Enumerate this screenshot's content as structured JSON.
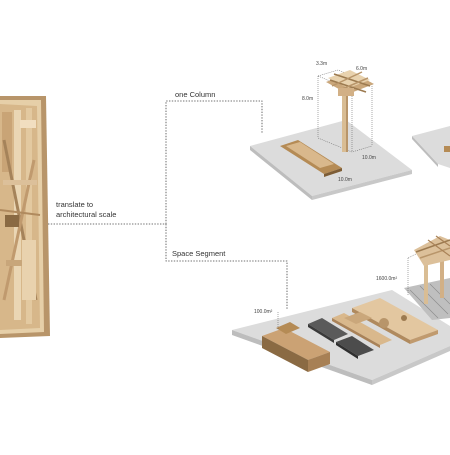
{
  "labels": {
    "one_column": "one Column",
    "translate_line1": "translate to",
    "translate_line2": "architectural scale",
    "space_segment": "Space Segment"
  },
  "dimensions": {
    "column_top_width": "3.3m",
    "column_top_depth": "6.0m",
    "column_height": "8.0m",
    "column_base_a": "10.0m",
    "column_base_b": "10.0m",
    "segment_area_large": "1600.0m²",
    "segment_area_small": "100.0m²"
  },
  "colors": {
    "wood_light": "#e2c9a6",
    "wood_mid": "#cfae84",
    "wood_dark": "#8a6a43",
    "plate": "#dcdcdc",
    "plate_side": "#bdbdbd",
    "line": "#444444"
  }
}
